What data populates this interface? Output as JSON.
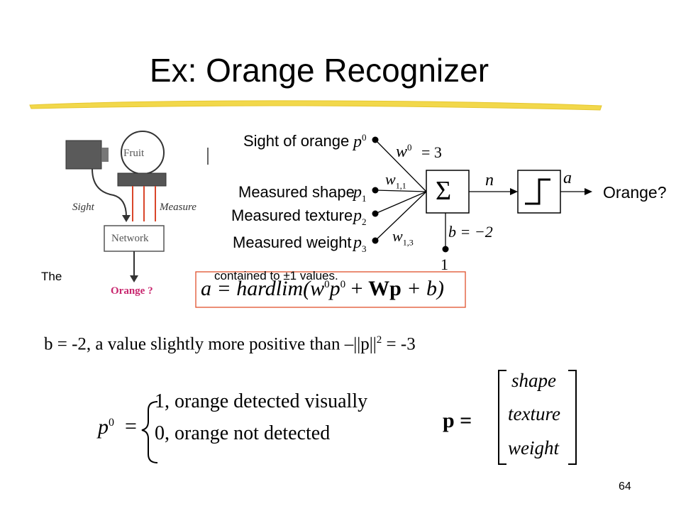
{
  "title": "Ex: Orange Recognizer",
  "photo": {
    "fruit_label": "Fruit",
    "sight_label": "Sight",
    "measure_label": "Measure",
    "network_label": "Network",
    "output_label": "Orange ?"
  },
  "network": {
    "input_0_label": "Sight of orange",
    "input_0_symbol": "p",
    "input_0_sup": "0",
    "input_1_label": "Measured shape",
    "input_1_symbol": "p",
    "input_1_sub": "1",
    "input_2_label": "Measured texture",
    "input_2_symbol": "p",
    "input_2_sub": "2",
    "input_3_label": "Measured weight",
    "input_3_symbol": "p",
    "input_3_sub": "3",
    "w0_symbol": "w",
    "w0_sup": "0",
    "w0_value": "= 3",
    "w11_symbol": "w",
    "w11_sub": "1,1",
    "w13_symbol": "w",
    "w13_sub": "1,3",
    "sum_symbol": "Σ",
    "n_symbol": "n",
    "a_symbol": "a",
    "bias_text": "b = −2",
    "bias_input": "1",
    "output_label": "Orange?"
  },
  "partial_text_left": "The",
  "partial_text_right": "contained to ±1 values.",
  "equation": {
    "lhs": "a = hardlim(w",
    "sup1": "0",
    "mid": "p",
    "sup2": "0",
    "plus": "+",
    "Wp": "Wp",
    "tail": "+ b)"
  },
  "bias_statement": {
    "before": "b = -2, a value slightly more positive than –||p||",
    "exp": "2",
    "after": " = -3"
  },
  "p0_def": {
    "lhs": "p",
    "lhs_sup": "0",
    "eq": "=",
    "case1": "1,  orange detected visually",
    "case2": "0,  orange not detected"
  },
  "p_vec": {
    "lhs": "p =",
    "row1": "shape",
    "row2": "texture",
    "row3": "weight"
  },
  "page_number": "64"
}
